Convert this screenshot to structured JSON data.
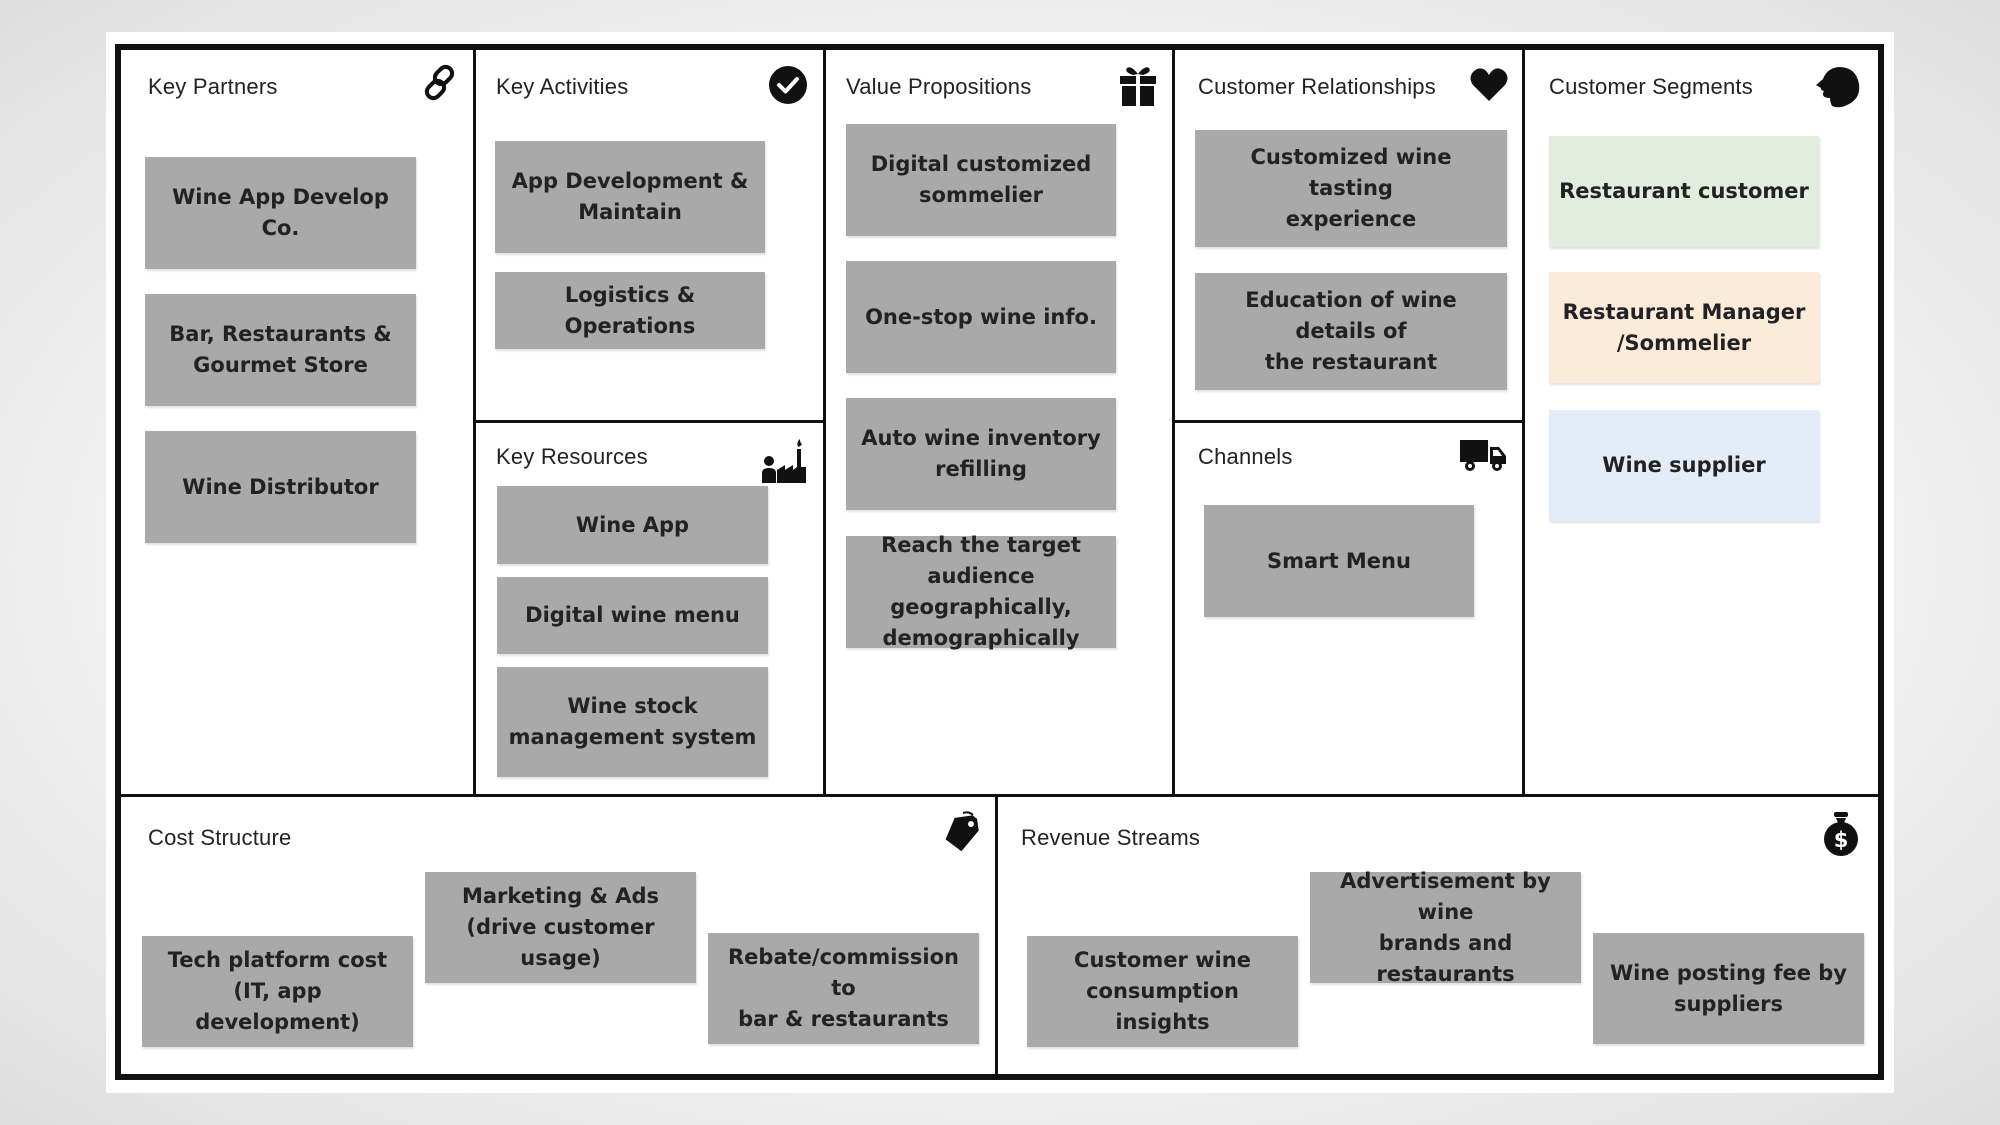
{
  "colors": {
    "card_gray": "#a9a9a9",
    "segment_green": "#e2ecdf",
    "segment_peach": "#fbebd9",
    "segment_blue": "#e4ecf8",
    "border": "#111111"
  },
  "key_partners": {
    "title": "Key Partners",
    "icon": "link-icon",
    "items": [
      "Wine App Develop Co.",
      "Bar, Restaurants &\nGourmet Store",
      "Wine Distributor"
    ]
  },
  "key_activities": {
    "title": "Key Activities",
    "icon": "checkmark-circle-icon",
    "items": [
      "App Development &\nMaintain",
      "Logistics & Operations"
    ]
  },
  "key_resources": {
    "title": "Key Resources",
    "icon": "factory-worker-icon",
    "items": [
      "Wine App",
      "Digital wine menu",
      "Wine stock\nmanagement system"
    ]
  },
  "value_propositions": {
    "title": "Value Propositions",
    "icon": "gift-icon",
    "items": [
      "Digital customized\nsommelier",
      "One-stop wine info.",
      "Auto wine inventory\nrefilling",
      "Reach the target\naudience geographically,\ndemographically"
    ]
  },
  "customer_relationships": {
    "title": "Customer Relationships",
    "icon": "heart-icon",
    "items": [
      "Customized wine tasting\nexperience",
      "Education of wine details of\nthe restaurant"
    ]
  },
  "channels": {
    "title": "Channels",
    "icon": "truck-icon",
    "items": [
      "Smart Menu"
    ]
  },
  "customer_segments": {
    "title": "Customer Segments",
    "icon": "person-head-icon",
    "items": [
      "Restaurant customer",
      "Restaurant Manager\n/Sommelier",
      "Wine supplier"
    ]
  },
  "cost_structure": {
    "title": "Cost Structure",
    "icon": "price-tag-icon",
    "items": [
      "Tech platform cost\n(IT, app development)",
      "Marketing & Ads\n(drive customer usage)",
      "Rebate/commission to\nbar & restaurants"
    ]
  },
  "revenue_streams": {
    "title": "Revenue Streams",
    "icon": "money-bag-icon",
    "items": [
      "Customer wine\nconsumption insights",
      "Advertisement by wine\nbrands and restaurants",
      "Wine posting fee by\nsuppliers"
    ]
  }
}
